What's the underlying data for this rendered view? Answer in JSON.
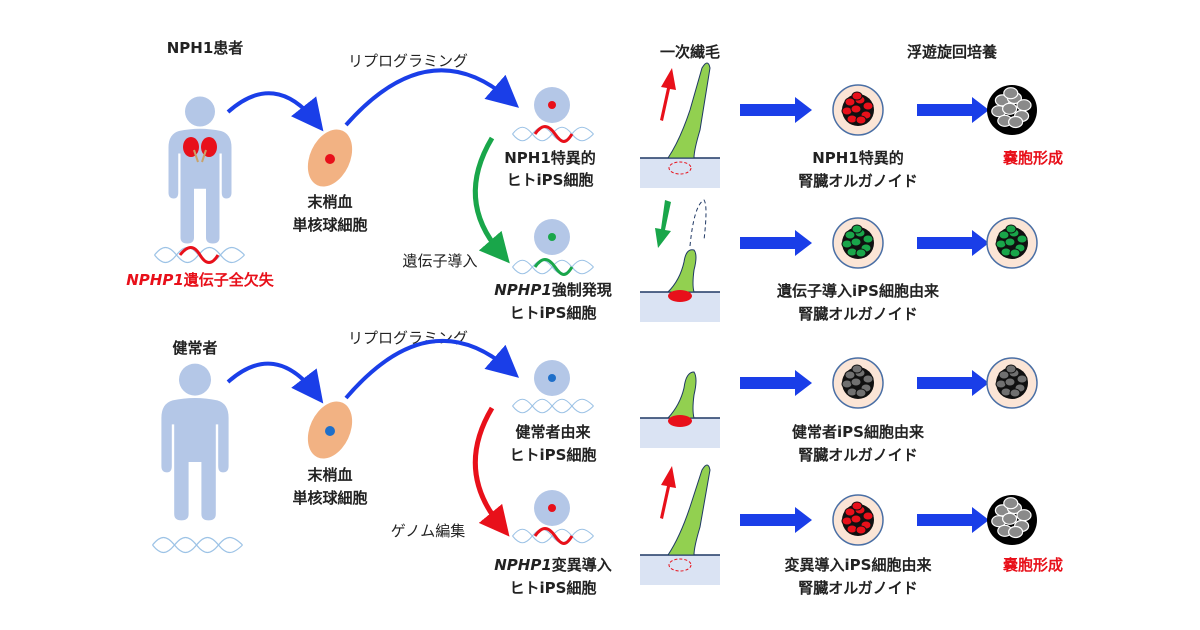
{
  "colors": {
    "blue_arrow": "#1a3ee8",
    "green": "#19a64a",
    "red": "#e8101a",
    "person": "#b4c7e7",
    "cell": "#f2b283",
    "cilium": "#92d050"
  },
  "patient": {
    "title": "NPH1患者",
    "gene_italic": "NPHP1",
    "gene_rest": "遺伝子全欠失",
    "cell_line1": "末梢血",
    "cell_line2": "単核球細胞",
    "reprogramming": "リプログラミング"
  },
  "healthy": {
    "title": "健常者",
    "cell_line1": "末梢血",
    "cell_line2": "単核球細胞",
    "reprogramming": "リプログラミング"
  },
  "ips": {
    "row1": {
      "line1": "NPH1特異的",
      "line2": "ヒトiPS細胞"
    },
    "transduction": "遺伝子導入",
    "row2": {
      "line1_italic": "NPHP1",
      "line1_rest": "強制発現",
      "line2": "ヒトiPS細胞"
    },
    "row3": {
      "line1": "健常者由来",
      "line2": "ヒトiPS細胞"
    },
    "editing": "ゲノム編集",
    "row4": {
      "line1_italic": "NPHP1",
      "line1_rest": "変異導入",
      "line2": "ヒトiPS細胞"
    }
  },
  "headers": {
    "cilia": "一次繊毛",
    "culture": "浮遊旋回培養"
  },
  "organoids": {
    "row1": {
      "line1": "NPH1特異的",
      "line2": "腎臓オルガノイド",
      "result": "嚢胞形成"
    },
    "row2": {
      "line1": "遺伝子導入iPS細胞由来",
      "line2": "腎臓オルガノイド"
    },
    "row3": {
      "line1": "健常者iPS細胞由来",
      "line2": "腎臓オルガノイド"
    },
    "row4": {
      "line1": "変異導入iPS細胞由来",
      "line2": "腎臓オルガノイド",
      "result": "嚢胞形成"
    }
  }
}
